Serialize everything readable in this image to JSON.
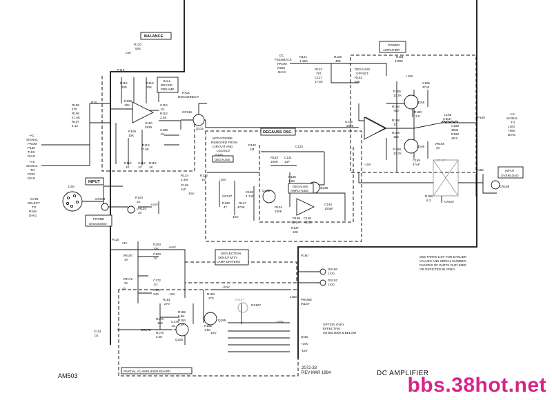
{
  "sheet": {
    "model": "AM503",
    "title": "DC AMPLIFIER",
    "revision_number": "2072-33",
    "revision_date": "REV MAR 1984",
    "watermark": "bbs.38hot.net",
    "board_label": "PARTIAL A1 AMPLIFIER BOARD"
  },
  "boxed_labels": {
    "balance": "BALANCE",
    "hall_device_preamp_1": "HALL",
    "hall_device_preamp_2": "DEVICE",
    "hall_device_preamp_3": "PREAMP",
    "degauss_osc": "DEGAUSS OSC.",
    "power_amplifier_1": "POWER",
    "power_amplifier_2": "AMPLIFIER",
    "input": "INPUT",
    "input_overload_1": "INPUT",
    "input_overload_2": "OVERLOAD",
    "deflection_1": "DEFLECTION",
    "deflection_2": "SENSITIVITY",
    "deflection_3": "LAMP DRIVERS",
    "degauss": "DEGAUSS",
    "probe_unlocked_1": "PROBE",
    "probe_unlocked_2": "UNLOCKED",
    "degauss_amp_1": "DEGAUSS",
    "degauss_amp_2": "AMPLITUDE"
  },
  "text_labels": {
    "hall_disconnect_1": "HALL",
    "hall_disconnect_2": "DISCONNECT",
    "dc_feedback_1": "DC",
    "dc_feedback_2": "FEEDBACK",
    "dc_feedback_3": "FROM",
    "dc_feedback_4": "R200",
    "dc_feedback_5": "DIAG",
    "degauss_offset_1": "DEGAUSS",
    "degauss_offset_2": "OFFSET",
    "with_probe_1": "WITH PROBE",
    "with_probe_2": "REMOVED FROM",
    "with_probe_3": "CIRCUIT AND",
    "with_probe_4": "LOCKED",
    "s125": "S125",
    "ac_signal_in_1": "-AC",
    "ac_signal_in_2": "SIGNAL",
    "ac_signal_in_3": "FROM",
    "ac_signal_in_4": "P160",
    "ac_signal_in_5": "THIS",
    "ac_signal_in_6": "DIAG",
    "ac_signal_out_1": "+AC",
    "ac_signal_out_2": "SIGNAL",
    "ac_signal_out_3": "TO",
    "ac_signal_out_4": "P202",
    "ac_signal_out_5": "DIAG",
    "gain_select_1": "GAIN",
    "gain_select_2": "SELECT",
    "gain_select_3": "TO",
    "gain_select_4": "R346",
    "gain_select_5": "DIAG",
    "ac_right_1": "-AC",
    "ac_right_2": "SIGNAL",
    "ac_right_3": "TO",
    "ac_right_4": "J100",
    "ac_right_5": "THIS",
    "ac_right_6": "DIAG",
    "parts_note_1": "SEE PARTS LIST FOR EARLIER",
    "parts_note_2": "VALUES AND SERIAL NUMBER",
    "parts_note_3": "RANGES OF PARTS OUTLINED",
    "parts_note_4": "OR DEPICTED IN GREY.",
    "option_note_1": "OPTION ONLY",
    "option_note_2": "EFFECTIVE",
    "option_note_3": "SN B010000 & BELOW",
    "probe_inlet_1": "PROBE",
    "probe_inlet_2": "INLET",
    "ds190": "DS190",
    "ds190_sub": "(1X)",
    "ds192": "DS192",
    "ds192_sub": "(1X)",
    "gnd": "GND",
    "plus15": "+15V",
    "minus15": "-15V",
    "p10": "P10",
    "p110_a": "P110",
    "p110_b": "P110",
    "p160": "P160",
    "p168": "P168",
    "j100": "J100",
    "j160": "J160",
    "p190": "P190"
  },
  "components": {
    "r120": "R120",
    "r120v": "50K",
    "cw": "CW",
    "r114": "R114",
    "r114v": "10K",
    "r116": "R116",
    "r116v": "10K",
    "r105": "R105",
    "r105v": "475",
    "r106": "R106",
    "r106v": "47.5K",
    "r107": "R107",
    "r107v": "4.12",
    "r108": "R108",
    "r108v": "10K",
    "r109": "R109",
    "r109v": "10K",
    "c110": "C110",
    "c110v": ".01",
    "r118": "R118",
    "r118v": "3.3K",
    "u110": "U110",
    "u110v": "2625",
    "c108": "C108",
    "c108v": ".01",
    "r113": "R113",
    "r113v": "47.5K",
    "r115": "R115",
    "r115v": "1K",
    "c112": "C112",
    "c112v": "10",
    "r112": "R112",
    "r112v": "1K",
    "cr116": "CR116",
    "q115": "Q115",
    "r121": "R121",
    "r121v": "1.15K",
    "r123": "R123",
    "r123v": "787",
    "c127": "C127",
    "c127v": "17.50",
    "r129": "R129",
    "r129v": "499",
    "r151": "R151",
    "r151v": "4.99K",
    "r153": "R153",
    "r153v": "50K",
    "r155": "R155",
    "r155v": "10.7K",
    "q155": "Q155",
    "c155": "C155",
    "c155v": "47uF",
    "u145": "U145",
    "u145v": "2625",
    "r156": "R156",
    "r156v": "750",
    "r158": "R158",
    "r158v": "10",
    "r159": "R159",
    "r159v": "150",
    "r160": "R160",
    "r160v": "3.0",
    "q165": "Q165",
    "r169": "R169",
    "r169v": "10.7K",
    "c165": "C165",
    "c165v": "47uF",
    "l168": "L168",
    "l168v": "3.9uH",
    "c168": "C168",
    "c168v": "1500",
    "r168": "R168",
    "r168v": "49.9",
    "vr165": "VR165",
    "vr165v": "3V",
    "vr167": "VR167",
    "cr167": "CR167",
    "cr168": "CR168",
    "r169b": "R169",
    "r169bv": "6.2",
    "r132": "R132",
    "r132v": "1M",
    "c133": "C133",
    "r133": "R133",
    "r133v": "100K",
    "c131": "C131",
    "c131v": "1uF",
    "q130": "Q130",
    "q135": "Q135",
    "r135": "R135",
    "r135v": "1.5K",
    "r134": "R134",
    "r134v": "100K",
    "r136": "R136",
    "r136v": "30.1K",
    "r137": "R137",
    "r137v": "10K",
    "c138": "C138",
    "c138v": ".0033",
    "c140": "C140",
    "c140v": "100pF",
    "r122": "R122",
    "r122v": "1K",
    "r124": "R124",
    "r124v": "2.4M",
    "c126": "C126",
    "c126v": "1uF",
    "r126": "R126",
    "r126v": "47",
    "r127": "R127",
    "r127v": "470K",
    "cr127": "CR127",
    "c128": "C128",
    "c128v": "4.7uF",
    "cr103": "CR103",
    "r103": "R103",
    "r103v": "1K",
    "vr103": "VR103",
    "vr103v": "3V",
    "r100": "R100",
    "r100v": "10K",
    "c100": "C100",
    "c100v": ".01",
    "vr100": "VR100",
    "vr100v": "3V",
    "vr172": "VR172",
    "vr172v": "3V",
    "c172": "C172",
    "c172v": ".01",
    "r172": "R172",
    "r172v": "240",
    "r181": "R181",
    "r181v": "270",
    "r183": "R183",
    "r183v": "270",
    "r182": "R182",
    "r182v": "6.8K",
    "r184": "R184",
    "r184v": "1.5K",
    "r185": "R185",
    "r185v": "1.5K",
    "q185": "Q185",
    "q180": "Q180",
    "r175": "R175",
    "r175v": "10K",
    "cr175": "CR175",
    "c176": "C176",
    "c176v": ".01",
    "r176": "R176",
    "r176v": "2.0K",
    "c101": "C101",
    "c101v": ".01",
    "ds187": "DS187",
    "vr187": "VR187"
  },
  "rails": {
    "p15": "+15V",
    "m15": "-15V",
    "p3": "+3V",
    "m3": "-3V",
    "p10v": "+10V"
  }
}
